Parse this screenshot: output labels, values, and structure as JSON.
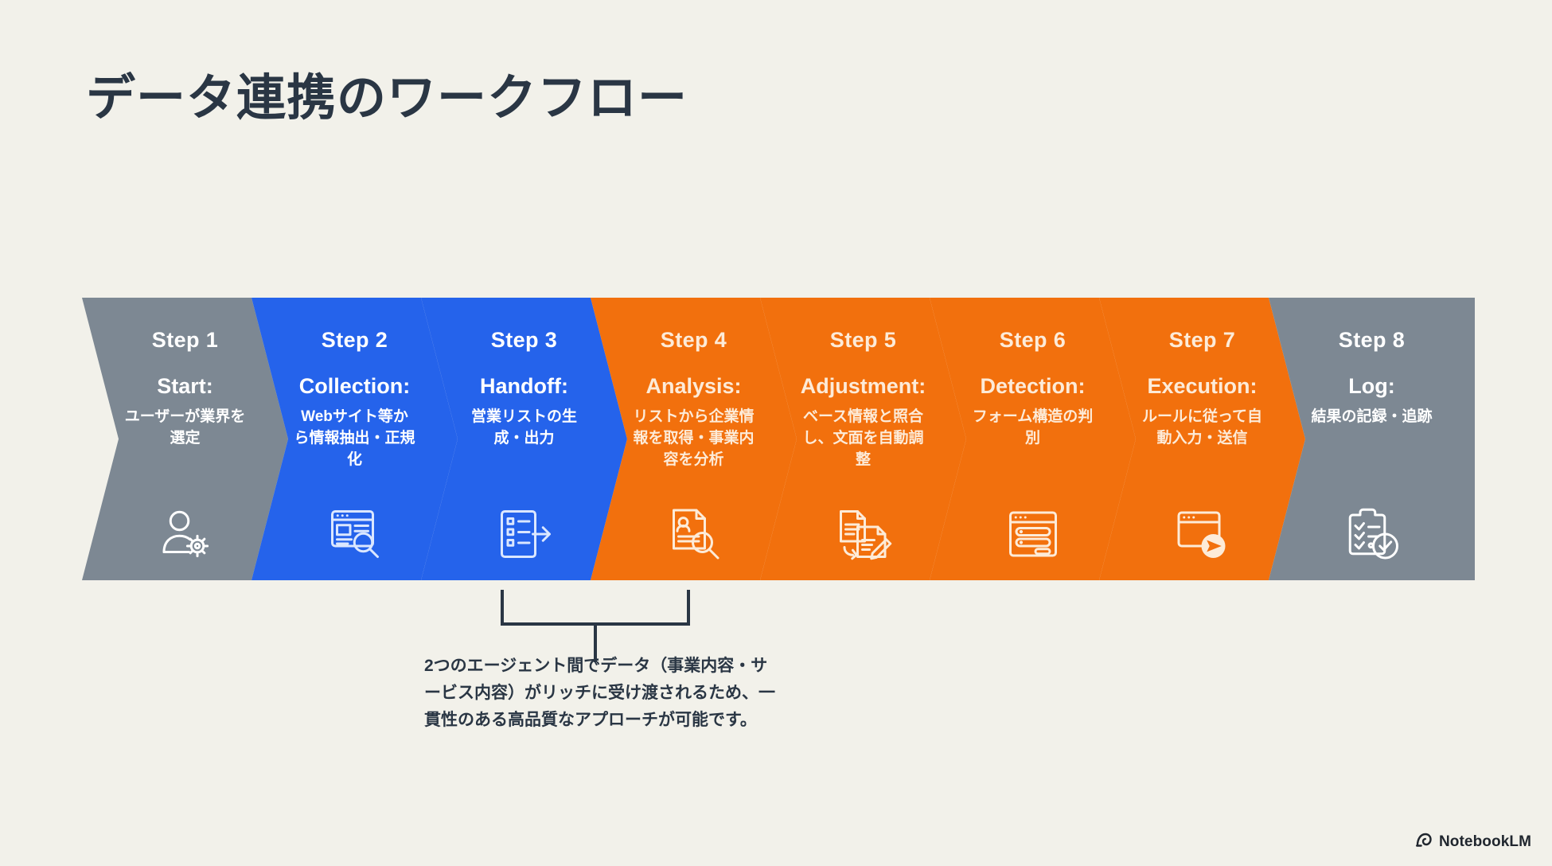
{
  "page_title": "データ連携のワークフロー",
  "colors": {
    "background": "#f2f1ea",
    "title_text": "#2a3644",
    "gray": "#7d8893",
    "blue": "#2563eb",
    "orange": "#f2700d",
    "orange_text": "#fdebd8",
    "white_text": "#ffffff"
  },
  "steps": [
    {
      "number": "Step 1",
      "title": "Start:",
      "desc": "ユーザーが業界を選定",
      "color": "gray",
      "icon": "user-gear-icon"
    },
    {
      "number": "Step 2",
      "title": "Collection:",
      "desc": "Webサイト等から情報抽出・正規化",
      "color": "blue",
      "icon": "browser-search-icon"
    },
    {
      "number": "Step 3",
      "title": "Handoff:",
      "desc": "営業リストの生成・出力",
      "color": "blue",
      "icon": "list-arrow-icon"
    },
    {
      "number": "Step 4",
      "title": "Analysis:",
      "desc": "リストから企業情報を取得・事業内容を分析",
      "color": "orange",
      "icon": "document-profile-search-icon"
    },
    {
      "number": "Step 5",
      "title": "Adjustment:",
      "desc": "ベース情報と照合し、文面を自動調整",
      "color": "orange",
      "icon": "document-edit-icon"
    },
    {
      "number": "Step 6",
      "title": "Detection:",
      "desc": "フォーム構造の判別",
      "color": "orange",
      "icon": "web-form-icon"
    },
    {
      "number": "Step 7",
      "title": "Execution:",
      "desc": "ルールに従って自動入力・送信",
      "color": "orange",
      "icon": "browser-send-icon"
    },
    {
      "number": "Step 8",
      "title": "Log:",
      "desc": "結果の記録・追跡",
      "color": "gray",
      "icon": "clipboard-check-icon"
    }
  ],
  "annotation": {
    "note": "2つのエージェント間でデータ（事業内容・サービス内容）がリッチに受け渡されるため、一貫性のある高品質なアプローチが可能です。",
    "bracket_spans_steps": [
      "Step 3",
      "Step 4"
    ]
  },
  "watermark": {
    "label": "NotebookLM",
    "icon": "notebooklm-logo-icon"
  }
}
